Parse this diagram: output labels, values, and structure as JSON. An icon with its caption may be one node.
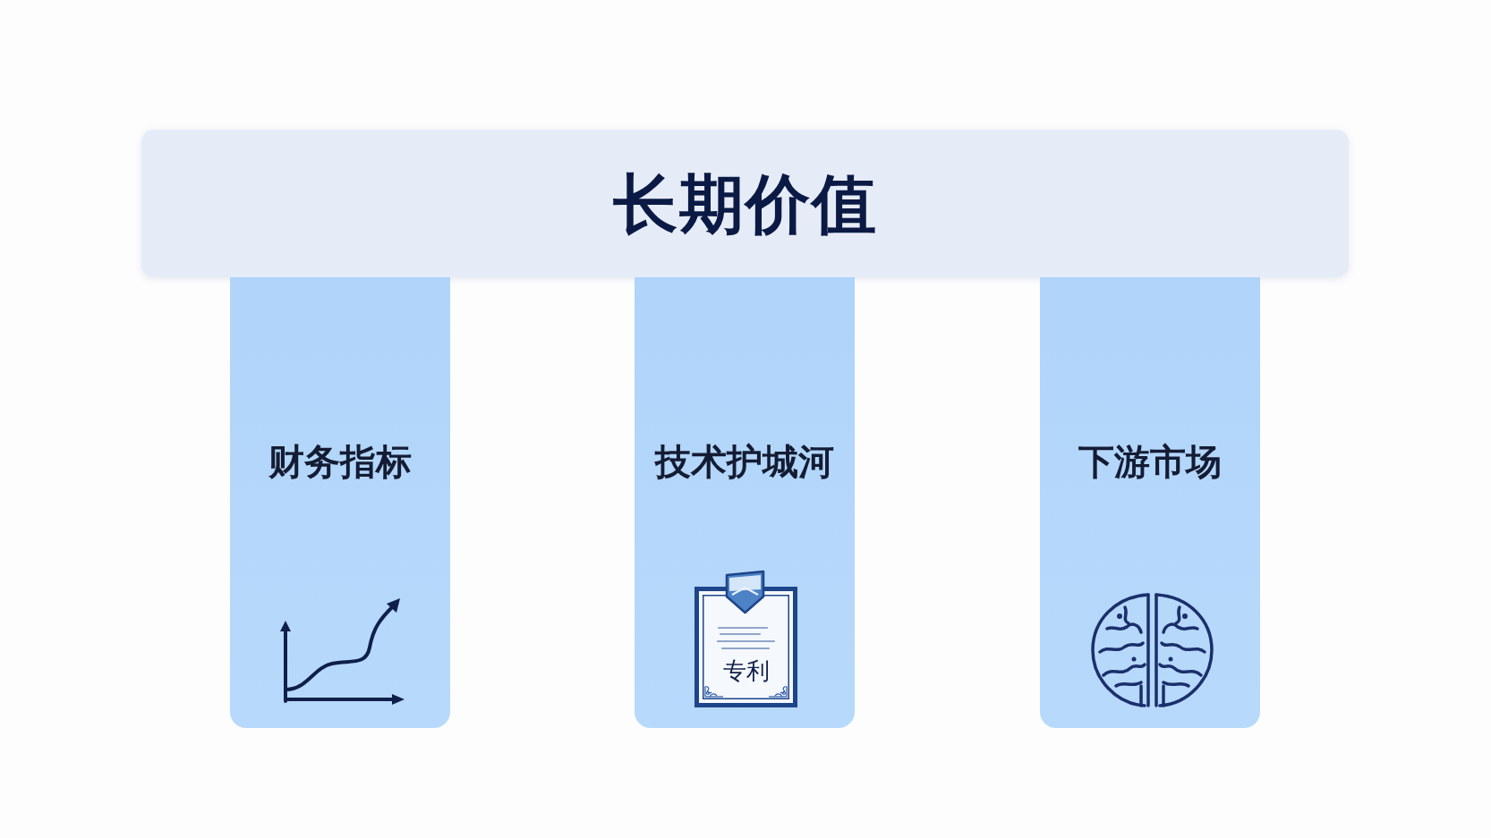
{
  "diagram": {
    "nodes": [
      {
        "text": [
          "长期价值"
        ]
      },
      {
        "text": [
          "财务指标"
        ]
      },
      {
        "text": [
          "技术护城河"
        ]
      },
      {
        "text": [
          "专利"
        ],
        "in": 2
      },
      {
        "text": [
          "下游市场"
        ]
      }
    ]
  }
}
